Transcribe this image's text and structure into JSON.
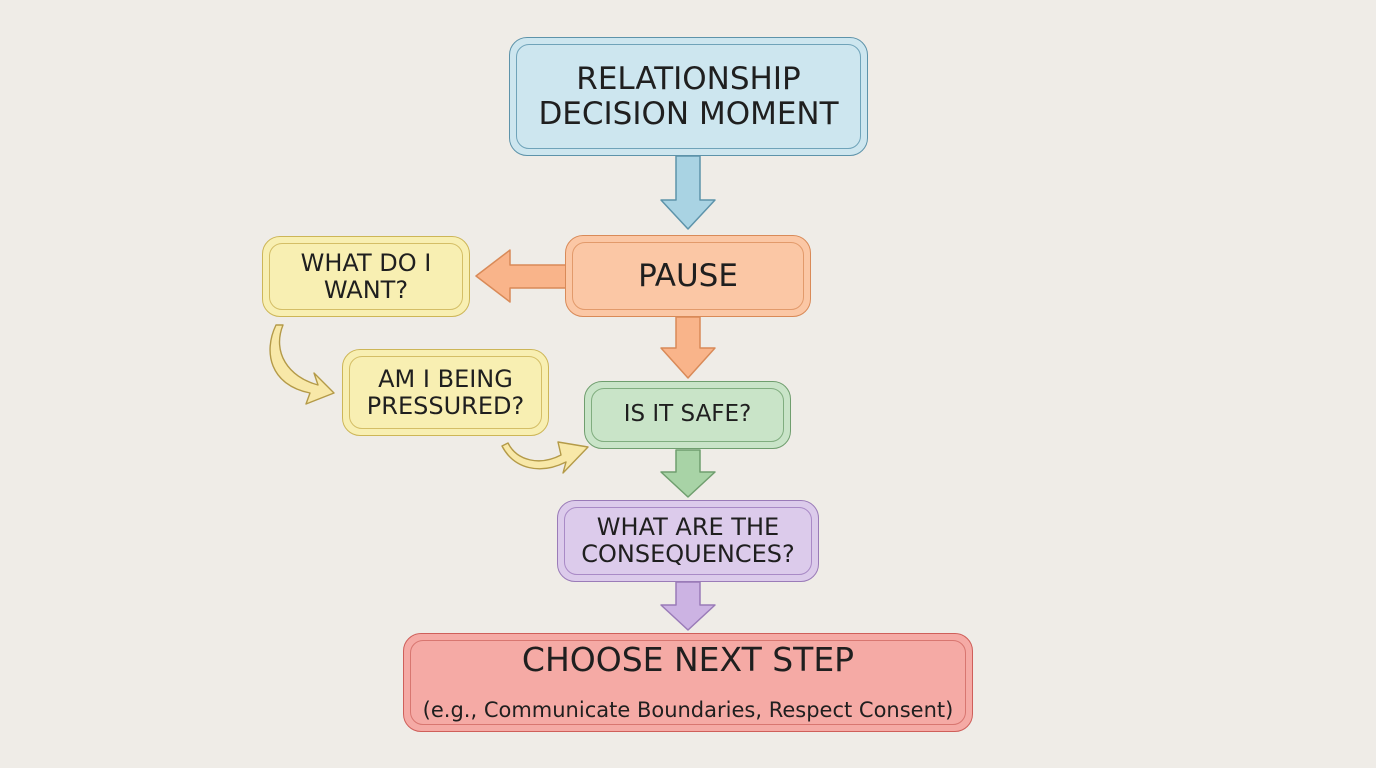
{
  "flowchart": {
    "nodes": {
      "start": {
        "label": "RELATIONSHIP\nDECISION MOMENT"
      },
      "pause": {
        "label": "PAUSE"
      },
      "want": {
        "label": "WHAT DO I\nWANT?"
      },
      "pressured": {
        "label": "AM I BEING\nPRESSURED?"
      },
      "safe": {
        "label": "IS IT SAFE?"
      },
      "consequences": {
        "label": "WHAT ARE THE\nCONSEQUENCES?"
      },
      "next_step": {
        "label": "CHOOSE NEXT STEP",
        "sublabel": "(e.g., Communicate Boundaries, Respect Consent)"
      }
    },
    "edges": [
      {
        "from": "start",
        "to": "pause"
      },
      {
        "from": "pause",
        "to": "want"
      },
      {
        "from": "pause",
        "to": "safe"
      },
      {
        "from": "want",
        "to": "pressured"
      },
      {
        "from": "pressured",
        "to": "safe"
      },
      {
        "from": "safe",
        "to": "consequences"
      },
      {
        "from": "consequences",
        "to": "next_step"
      }
    ]
  },
  "colors": {
    "background": "#efece7",
    "blue": "#cde6ef",
    "orange": "#fbc7a5",
    "yellow": "#f8efb2",
    "green": "#c9e4c8",
    "purple": "#dccbeb",
    "red": "#f5aaa5"
  }
}
